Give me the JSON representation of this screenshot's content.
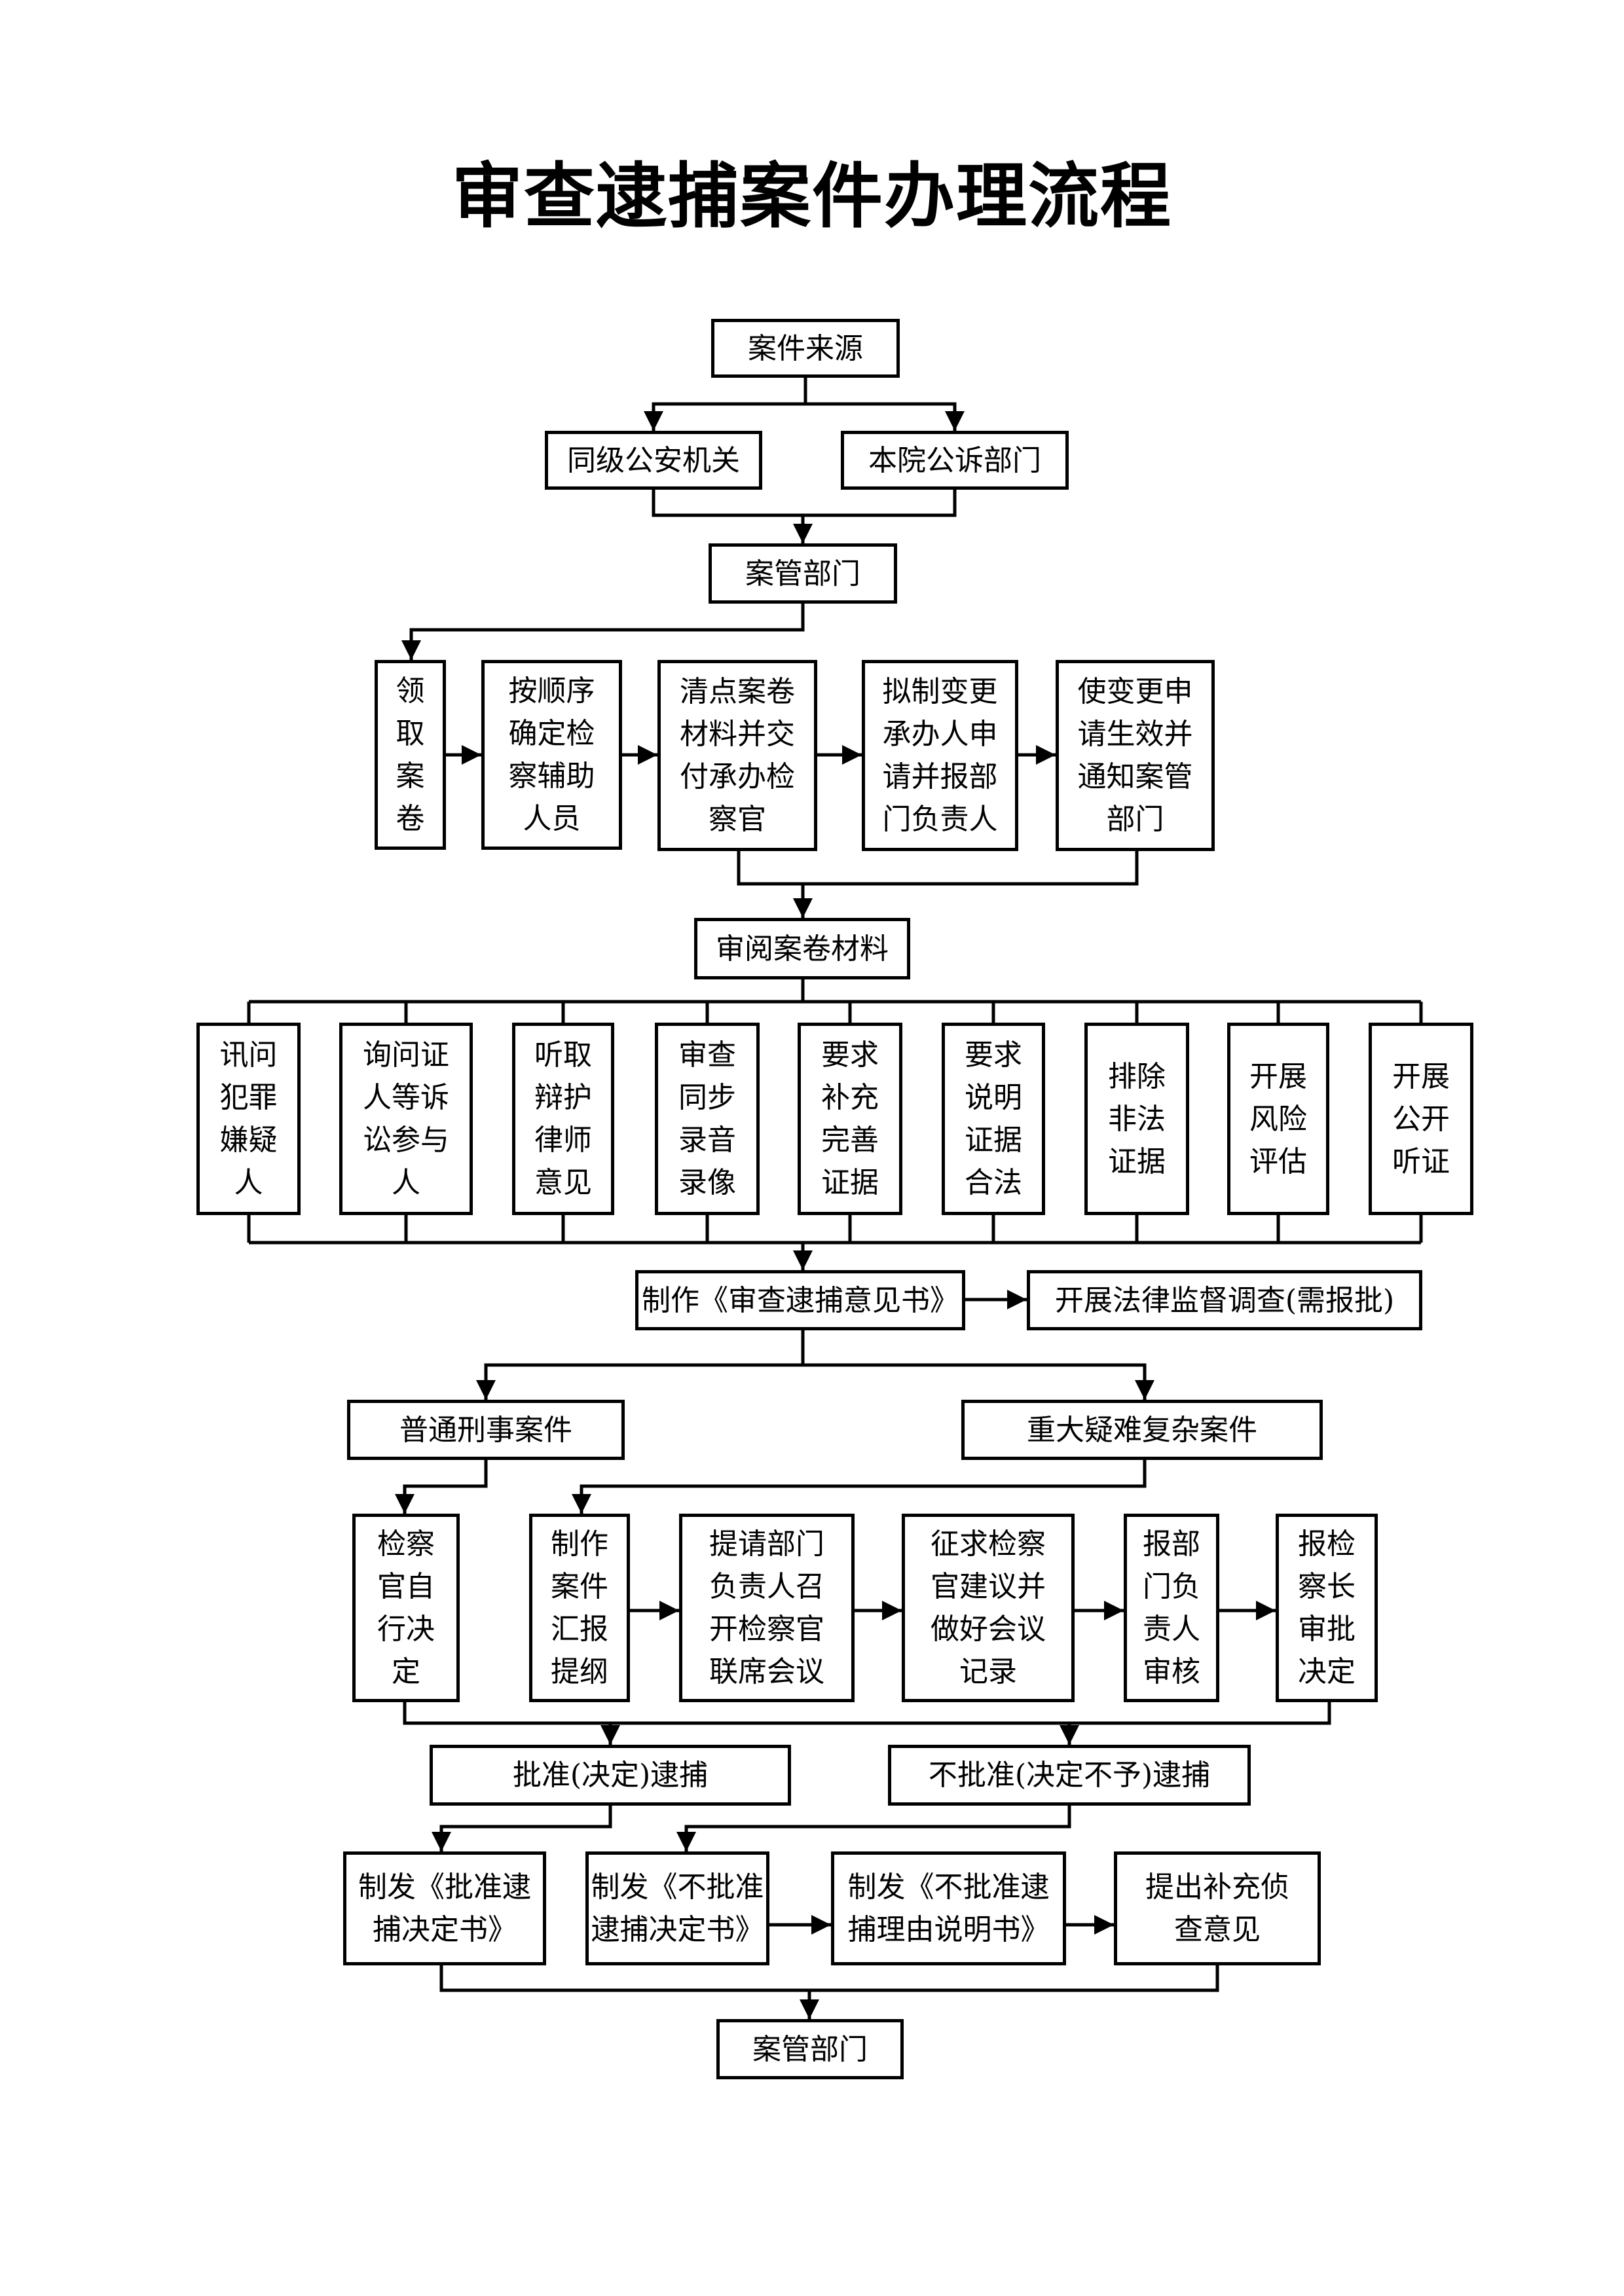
{
  "title": "审查逮捕案件办理流程",
  "nodes": {
    "source": "案件来源",
    "police": "同级公安机关",
    "prosecution": "本院公诉部门",
    "case_mgmt_1": "案管部门",
    "receive": "领\n取\n案\n卷",
    "assistant": "按顺序\n确定检\n察辅助\n人员",
    "inventory": "清点案卷\n材料并交\n付承办检\n察官",
    "change_request": "拟制变更\n承办人申\n请并报部\n门负责人",
    "change_effect": "使变更申\n请生效并\n通知案管\n部门",
    "review": "审阅案卷材料",
    "interrogate": "讯问\n犯罪\n嫌疑\n人",
    "witness": "询问证\n人等诉\n讼参与\n人",
    "defense": "听取\n辩护\n律师\n意见",
    "recording": "审查\n同步\n录音\n录像",
    "supplement": "要求\n补充\n完善\n证据",
    "explain": "要求\n说明\n证据\n合法",
    "exclude": "排除\n非法\n证据",
    "risk": "开展\n风险\n评估",
    "hearing": "开展\n公开\n听证",
    "opinion": "制作《审查逮捕意见书》",
    "supervision": "开展法律监督调查(需报批)",
    "ordinary": "普通刑事案件",
    "major": "重大疑难复杂案件",
    "self_decide": "检察\n官自\n行决\n定",
    "outline": "制作\n案件\n汇报\n提纲",
    "joint_meeting": "提请部门\n负责人召\n开检察官\n联席会议",
    "meeting_record": "征求检察\n官建议并\n做好会议\n记录",
    "dept_review": "报部\n门负\n责人\n审核",
    "chief_approve": "报检\n察长\n审批\n决定",
    "approve": "批准(决定)逮捕",
    "disapprove": "不批准(决定不予)逮捕",
    "approve_doc": "制发《批准逮\n捕决定书》",
    "disapprove_doc": "制发《不批准\n逮捕决定书》",
    "reason_doc": "制发《不批准逮\n捕理由说明书》",
    "further_investigation": "提出补充侦\n查意见",
    "case_mgmt_2": "案管部门"
  }
}
